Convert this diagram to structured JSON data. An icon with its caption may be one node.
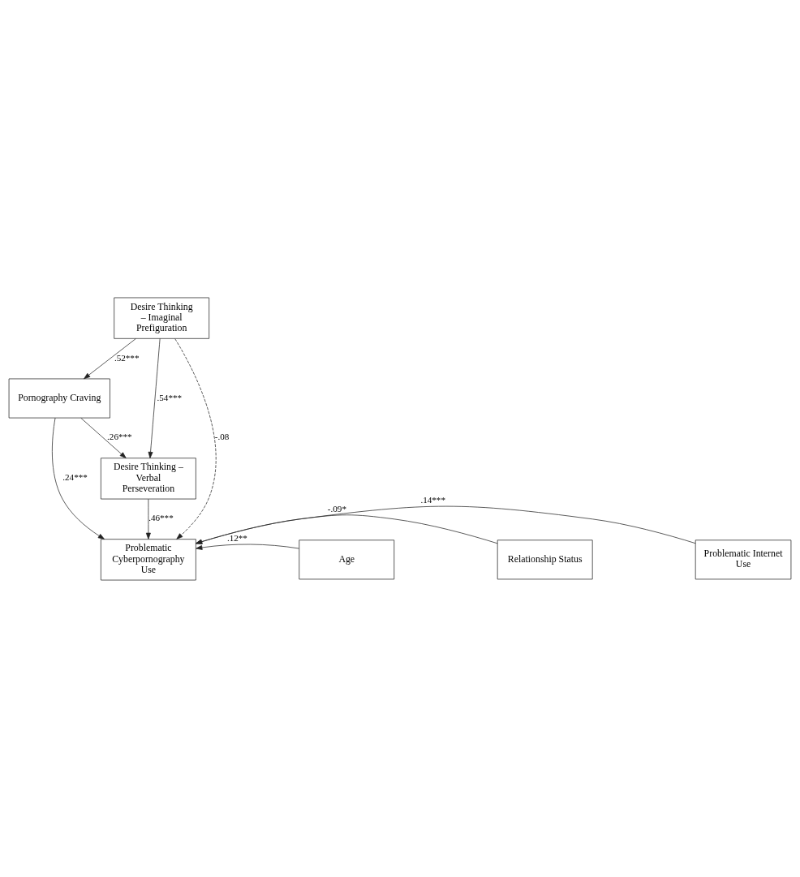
{
  "diagram": {
    "nodes": [
      {
        "text": [
          "Desire Thinking – Imaginal Prefiguration"
        ]
      },
      {
        "text": [
          "Pornography Craving"
        ]
      },
      {
        "text": [
          "Desire Thinking – Verbal Perseveration"
        ]
      },
      {
        "text": [
          "Problematic Cyberpornography Use"
        ]
      },
      {
        "text": [
          "Age"
        ]
      },
      {
        "text": [
          "Relationship Status"
        ]
      },
      {
        "text": [
          "Problematic Internet Use"
        ]
      }
    ],
    "edges": [
      {
        "from": 0,
        "to": 1,
        "arrow": "to",
        "label": ".52***"
      },
      {
        "from": 0,
        "to": 2,
        "arrow": "to",
        "label": ".54***"
      },
      {
        "from": 1,
        "to": 2,
        "arrow": "to",
        "label": ".26***"
      },
      {
        "from": 1,
        "to": 3,
        "arrow": "to",
        "label": ".24***"
      },
      {
        "from": 2,
        "to": 3,
        "arrow": "to",
        "label": ".46***"
      },
      {
        "from": 0,
        "to": 3,
        "arrow": "to",
        "label": "-.08",
        "style": "dashed"
      },
      {
        "from": 4,
        "to": 3,
        "arrow": "to",
        "label": ".12**"
      },
      {
        "from": 5,
        "to": 3,
        "arrow": "to",
        "label": "-.09*"
      },
      {
        "from": 6,
        "to": 3,
        "arrow": "to",
        "label": ".14***"
      }
    ]
  }
}
